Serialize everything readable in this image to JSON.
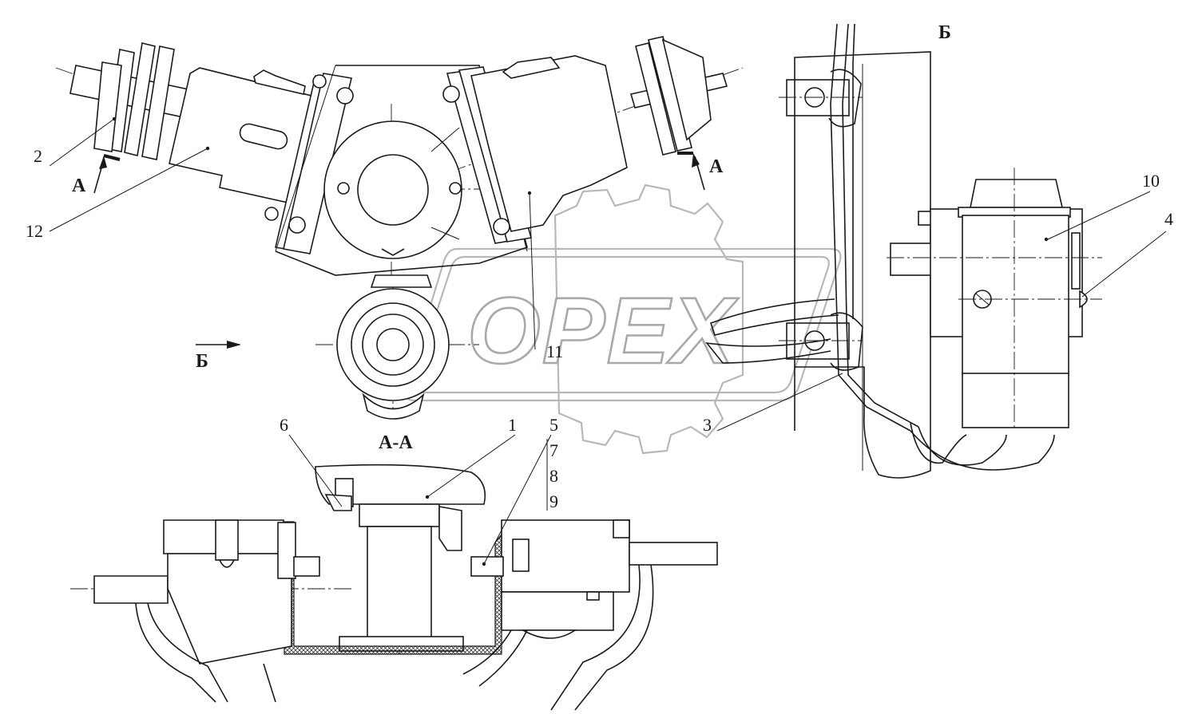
{
  "watermark": {
    "text": "OPEX"
  },
  "views": {
    "section_aa_title": "А-А",
    "view_b_title": "Б",
    "section_mark_left": "А",
    "section_mark_right": "А",
    "view_b_arrow_label": "Б"
  },
  "callouts": {
    "c1": "1",
    "c2": "2",
    "c3": "3",
    "c4": "4",
    "c5": "5",
    "c6": "6",
    "c7": "7",
    "c8": "8",
    "c9": "9",
    "c10": "10",
    "c11": "11",
    "c12": "12"
  }
}
